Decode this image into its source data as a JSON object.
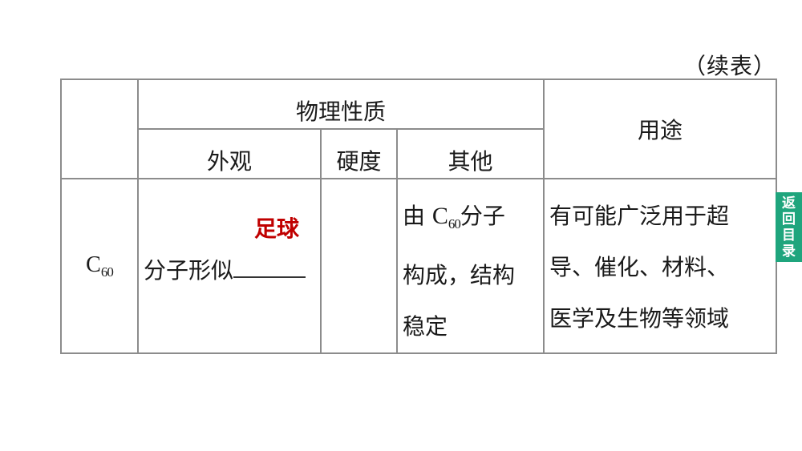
{
  "continued_label": "（续表）",
  "table": {
    "header": {
      "physical_properties": "物理性质",
      "appearance": "外观",
      "hardness": "硬度",
      "other": "其他",
      "uses": "用途"
    },
    "rows": [
      {
        "substance": {
          "base": "C",
          "sub": "60"
        },
        "appearance_stem": "分子形似",
        "appearance_answer": "足球",
        "hardness": "",
        "other_lines": [
          {
            "pre": "由 ",
            "formula_base": "C",
            "formula_sub": "60",
            "post": "分子"
          },
          "构成，结构",
          "稳定"
        ],
        "uses_lines": [
          "有可能广泛用于超",
          "导、催化、材料、",
          "医学及生物等领域"
        ]
      }
    ]
  },
  "nav": {
    "back_to_toc": [
      "返",
      "回",
      "目",
      "录"
    ],
    "back_color": "#1fa57d"
  },
  "colors": {
    "answer": "#c00000",
    "border": "#8c8c8c"
  }
}
